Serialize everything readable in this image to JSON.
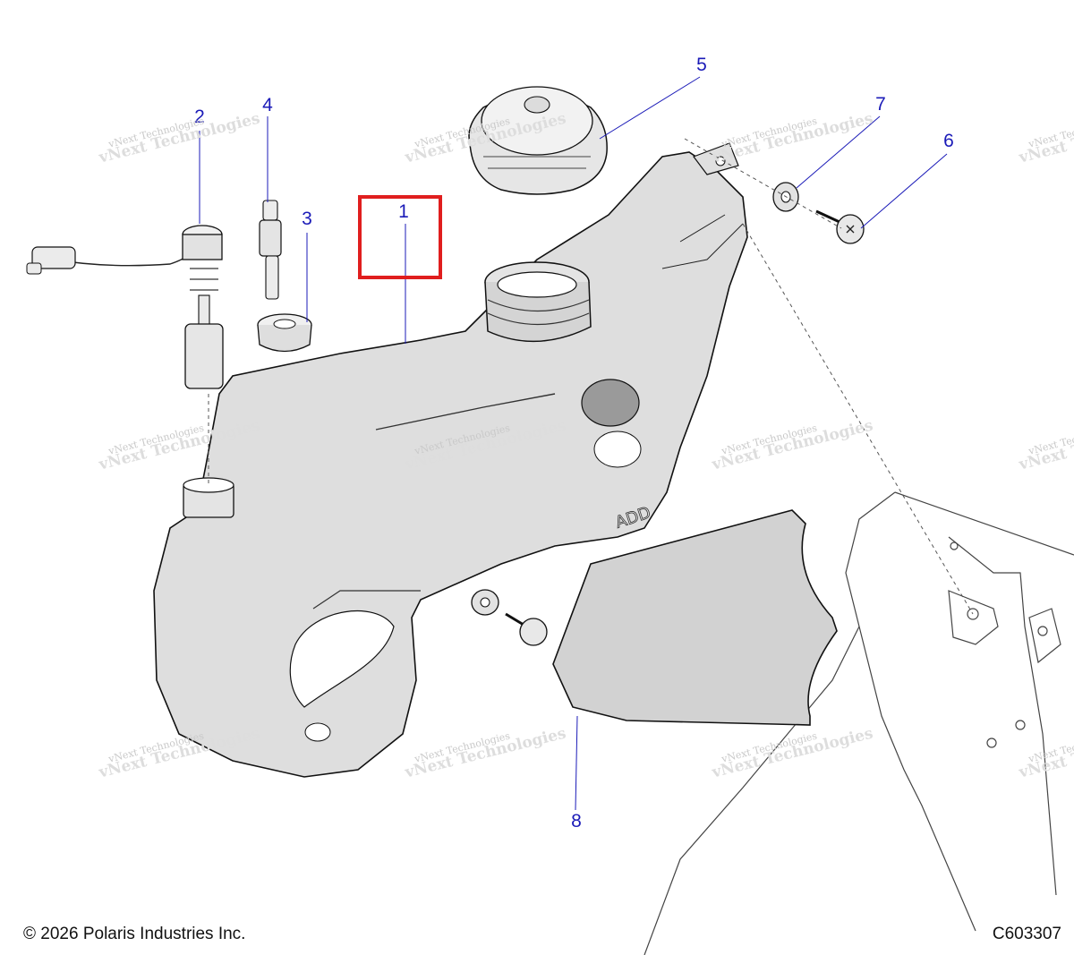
{
  "callouts": [
    {
      "number": "1",
      "part": "fuel-tank"
    },
    {
      "number": "2",
      "part": "fuel-sender"
    },
    {
      "number": "3",
      "part": "grommet"
    },
    {
      "number": "4",
      "part": "vent-fitting"
    },
    {
      "number": "5",
      "part": "fuel-cap"
    },
    {
      "number": "6",
      "part": "screw"
    },
    {
      "number": "7",
      "part": "washer"
    },
    {
      "number": "8",
      "part": "heat-shield"
    }
  ],
  "highlighted_callout": "1",
  "tank_embossed_text": "ADD",
  "watermark": {
    "line1": "vNext Technologies",
    "line2": "vNext Technologies"
  },
  "footer": {
    "copyright": "© 2026 Polaris Industries Inc.",
    "diagram_code": "C603307"
  },
  "colors": {
    "callout": "#1b1bb8",
    "highlight": "#e01e1e",
    "part_fill": "#d9d9d9",
    "outline": "#111111"
  }
}
